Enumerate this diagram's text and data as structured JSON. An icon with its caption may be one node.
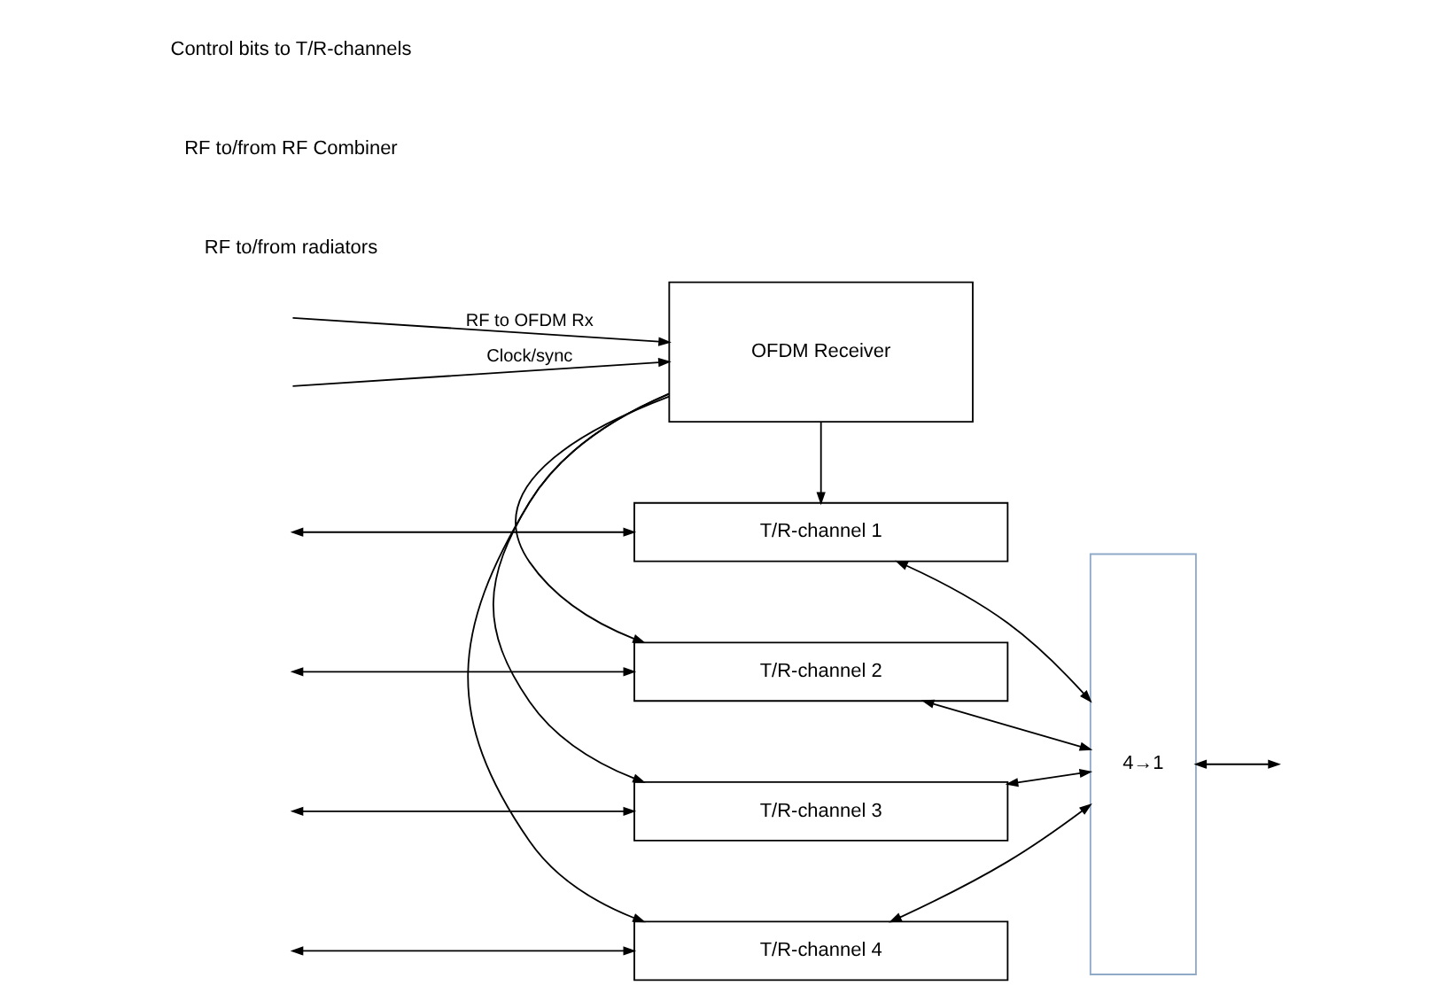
{
  "diagram": {
    "nodes": [
      {
        "text": [
          "T/R-channel 1"
        ]
      },
      {
        "text": [
          "T/R-channel 2"
        ]
      },
      {
        "text": [
          "T/R-channel 3"
        ]
      },
      {
        "text": [
          "T/R-channel 4"
        ]
      },
      {
        "text": [
          "4→1"
        ]
      },
      {
        "text": [
          "OFDM Receiver"
        ]
      }
    ],
    "edges": [
      {
        "from": null,
        "to": 0,
        "arrow": "both"
      },
      {
        "from": null,
        "to": 1,
        "arrow": "both"
      },
      {
        "from": null,
        "to": 2,
        "arrow": "both"
      },
      {
        "from": null,
        "to": 3,
        "arrow": "both"
      },
      {
        "from": 0,
        "to": 4,
        "arrow": "both"
      },
      {
        "from": 1,
        "to": 4,
        "arrow": "both"
      },
      {
        "from": 2,
        "to": 4,
        "arrow": "both"
      },
      {
        "from": 3,
        "to": 4,
        "arrow": "both"
      },
      {
        "from": 4,
        "to": null,
        "arrow": "both"
      },
      {
        "from": 5,
        "to": 0,
        "arrow": "to"
      },
      {
        "from": 5,
        "to": 1,
        "arrow": "to"
      },
      {
        "from": 5,
        "to": 2,
        "arrow": "to"
      },
      {
        "from": 5,
        "to": 3,
        "arrow": "to"
      },
      {
        "from": null,
        "to": 5,
        "arrow": "to",
        "label": "RF to OFDM Rx"
      },
      {
        "from": null,
        "to": 5,
        "arrow": "to",
        "label": "Clock/sync"
      }
    ],
    "labels": [
      "RF to/from radiators",
      "RF to/from RF Combiner",
      "Control bits to T/R-channels"
    ]
  }
}
